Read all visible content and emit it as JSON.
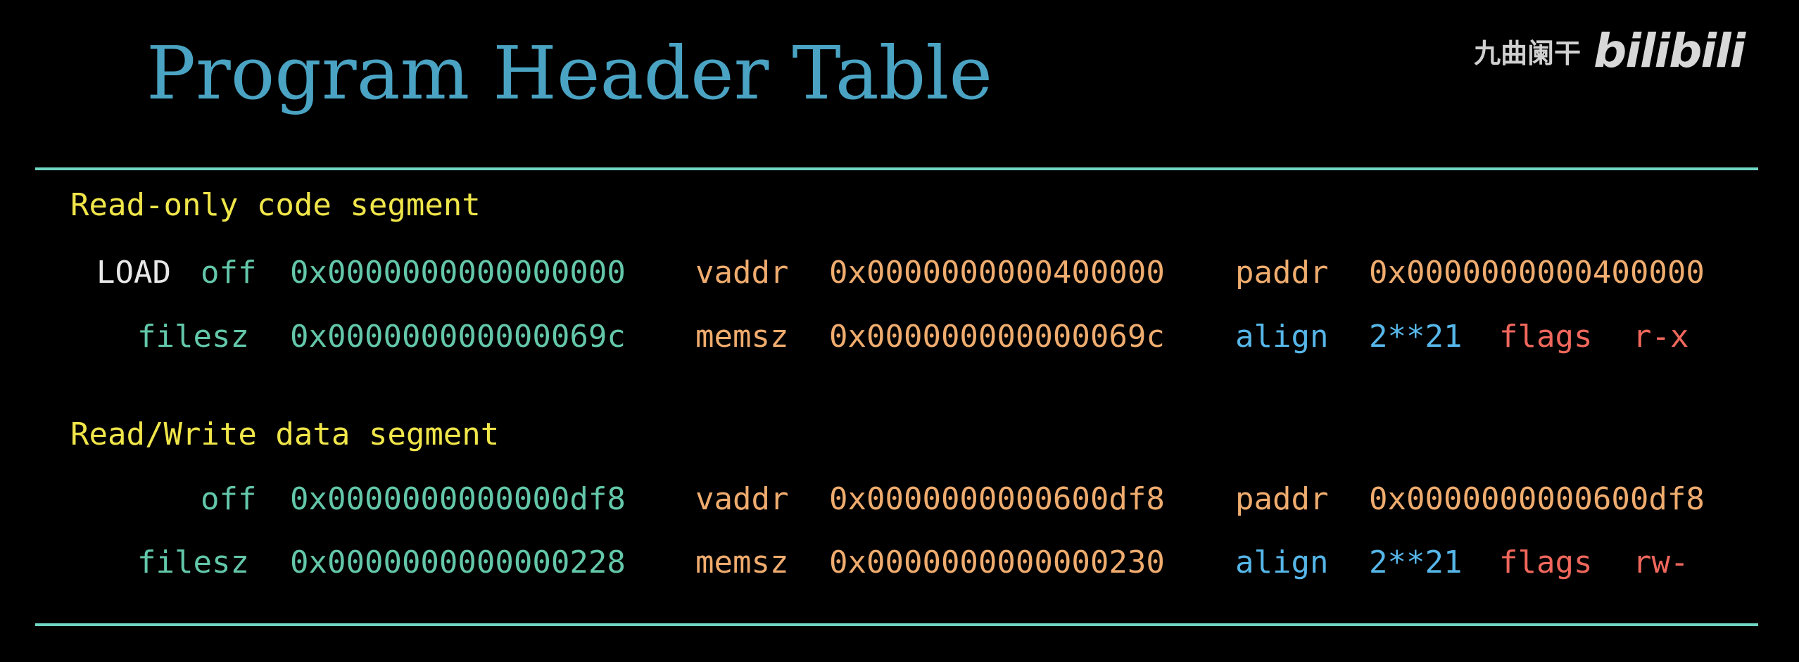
{
  "title": "Program Header Table",
  "watermark": {
    "author": "九曲阑干",
    "logo": "bilibili"
  },
  "colors": {
    "title": "#4aa3c3",
    "rule": "#6fd6c4",
    "section_label": "#f0e64a",
    "type": "#e8e8e8",
    "off_filesz": "#63c7a9",
    "vaddr_memsz_paddr": "#efac6e",
    "align": "#56b6e8",
    "flags": "#f0675c"
  },
  "segments": [
    {
      "label": "Read-only code segment",
      "type": "LOAD",
      "off_label": "off",
      "off": "0x0000000000000000",
      "vaddr_label": "vaddr",
      "vaddr": "0x0000000000400000",
      "paddr_label": "paddr",
      "paddr": "0x0000000000400000",
      "filesz_label": "filesz",
      "filesz": "0x000000000000069c",
      "memsz_label": "memsz",
      "memsz": "0x000000000000069c",
      "align_label": "align",
      "align": "2**21",
      "flags_label": "flags",
      "flags": "r-x"
    },
    {
      "label": "Read/Write data segment",
      "off_label": "off",
      "off": "0x0000000000000df8",
      "vaddr_label": "vaddr",
      "vaddr": "0x0000000000600df8",
      "paddr_label": "paddr",
      "paddr": "0x0000000000600df8",
      "filesz_label": "filesz",
      "filesz": "0x0000000000000228",
      "memsz_label": "memsz",
      "memsz": "0x0000000000000230",
      "align_label": "align",
      "align": "2**21",
      "flags_label": "flags",
      "flags": "rw-"
    }
  ]
}
